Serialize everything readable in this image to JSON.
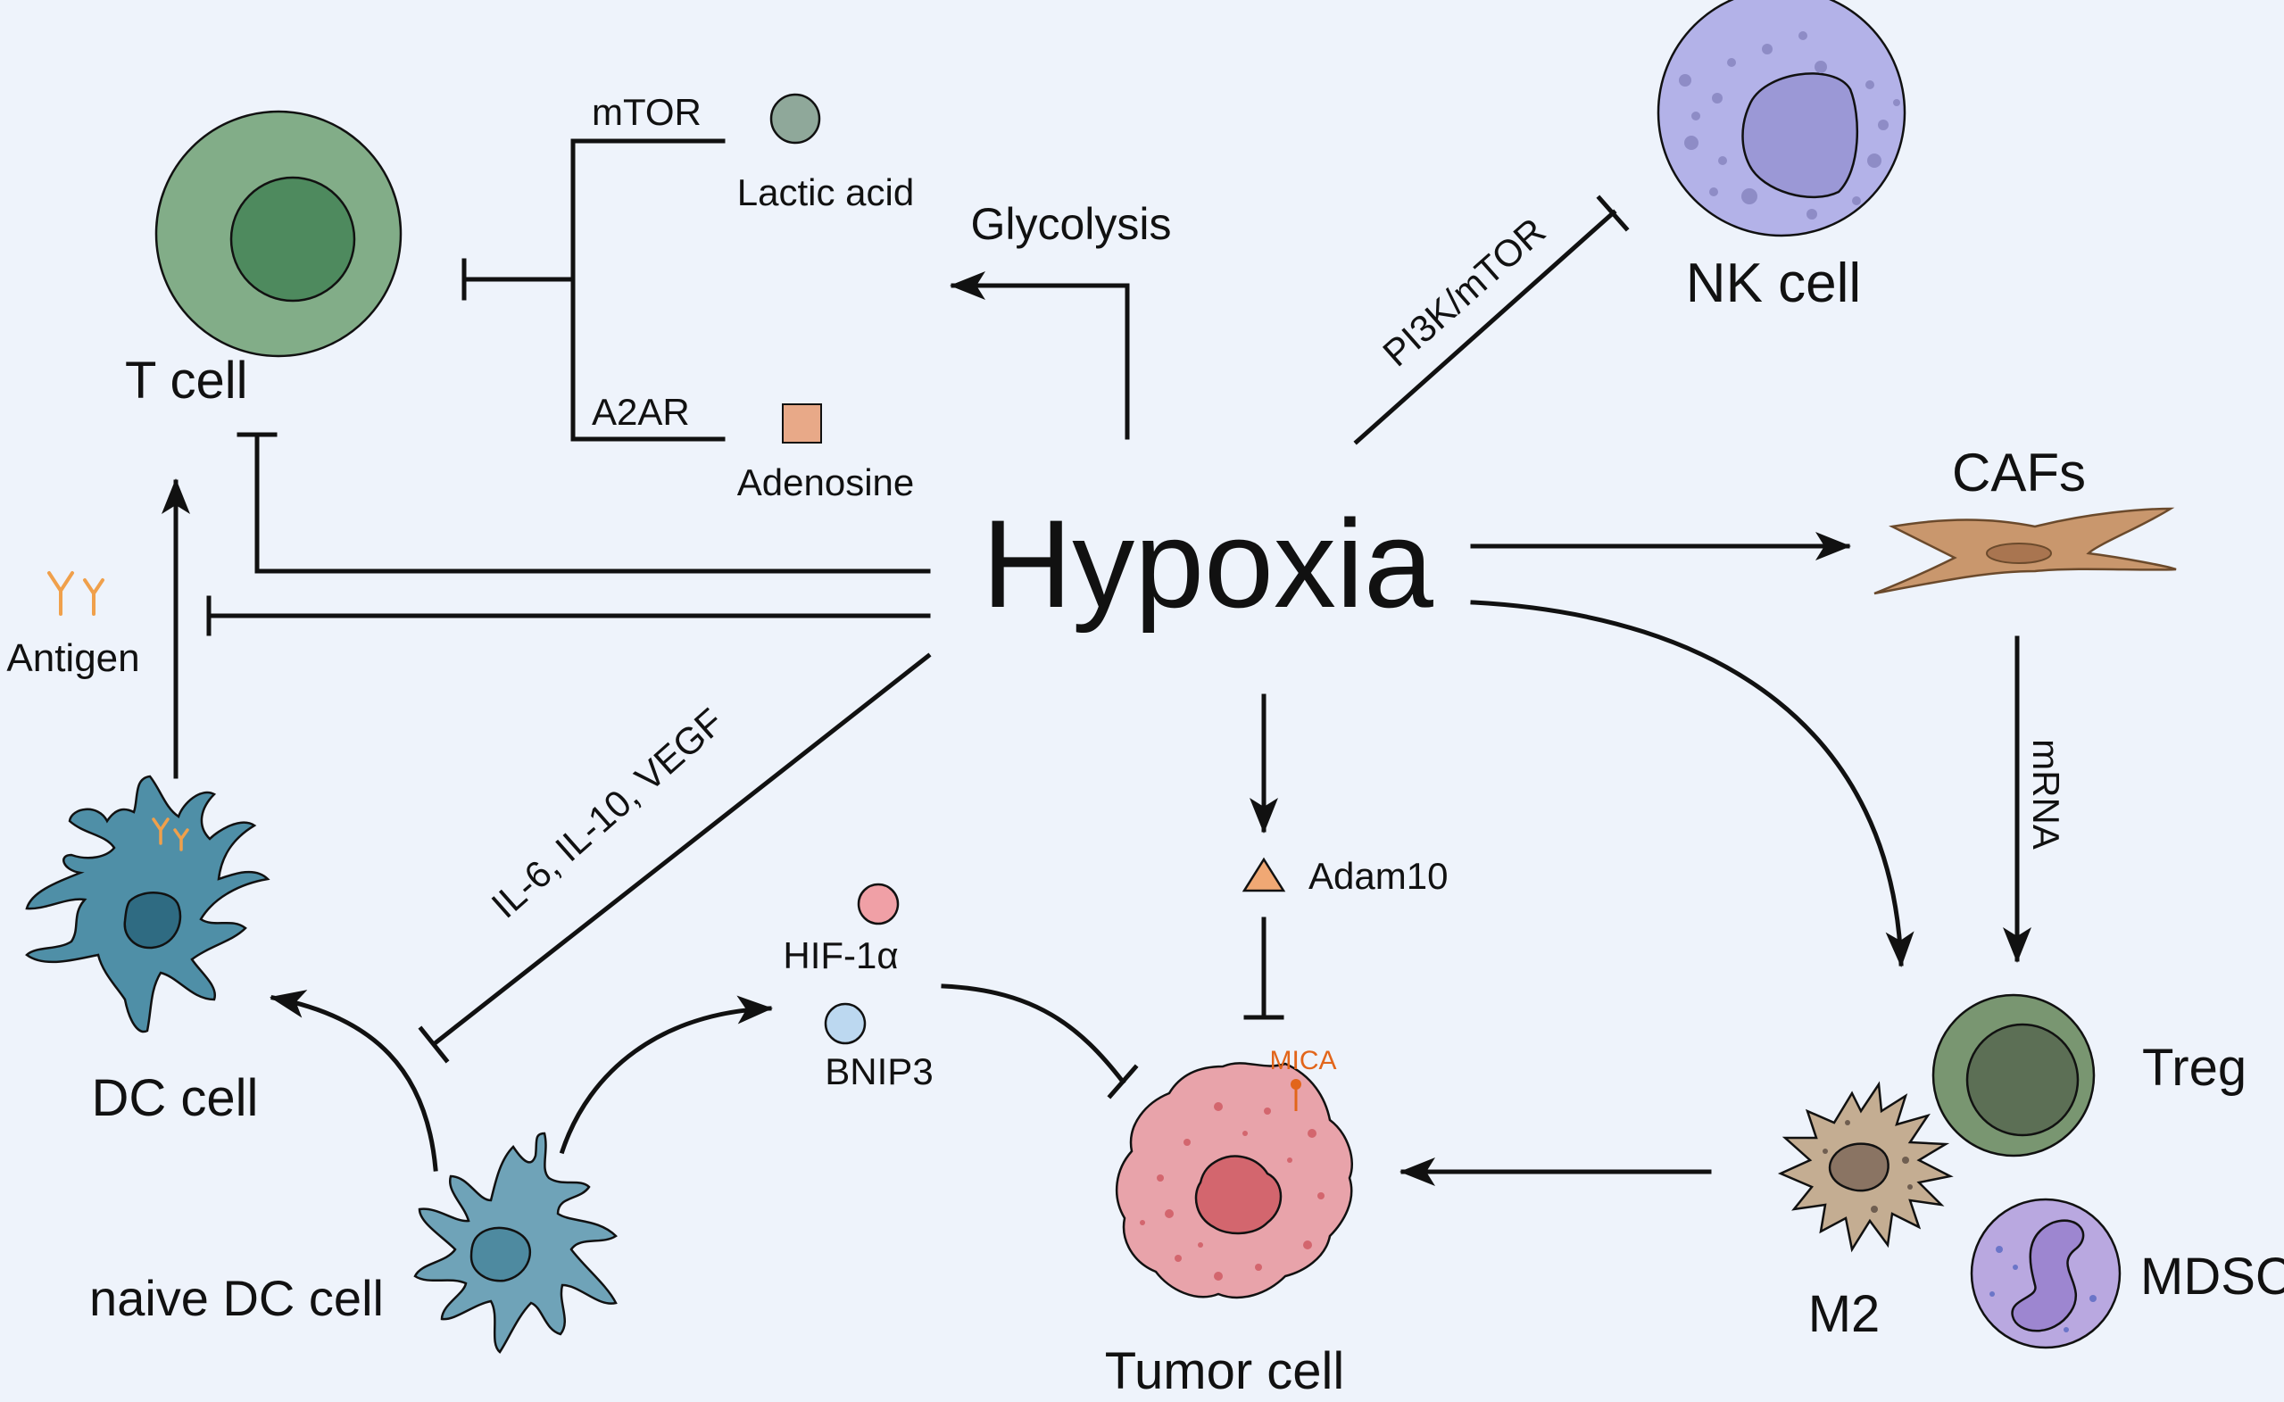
{
  "center": {
    "label": "Hypoxia"
  },
  "cells": {
    "t_cell": "T cell",
    "nk_cell": "NK cell",
    "cafs": "CAFs",
    "treg": "Treg",
    "mdsc": "MDSC",
    "m2": "M2",
    "tumor_cell": "Tumor cell",
    "dc_cell": "DC cell",
    "naive_dc_cell": "naive DC cell"
  },
  "molecules": {
    "mtor": "mTOR",
    "a2ar": "A2AR",
    "lactic_acid": "Lactic acid",
    "adenosine": "Adenosine",
    "adam10": "Adam10",
    "mica": "MICA",
    "hif1a": "HIF-1α",
    "bnip3": "BNIP3",
    "antigen": "Antigen"
  },
  "pathways": {
    "glycolysis": "Glycolysis",
    "pi3k_mtor": "PI3K/mTOR",
    "mrna": "mRNA",
    "cytokines": "IL-6, IL-10, VEGF"
  },
  "colors": {
    "background": "#eef3fb",
    "t_cell_outer": "#82ad88",
    "t_cell_inner": "#4e8a5e",
    "nk_cell": "#b3b2e8",
    "nk_nucleus": "#9b98d6",
    "caf": "#c9976d",
    "treg_outer": "#799671",
    "treg_inner": "#5c6f55",
    "mdsc": "#b9a8e0",
    "m2": "#c4ad92",
    "tumor": "#e8a3aa",
    "tumor_nucleus": "#d3666e",
    "dc": "#4f8fa7",
    "naive_dc": "#6fa3b8",
    "antigen": "#f0a04b",
    "hif1a": "#f0a0a6",
    "bnip3": "#bcd8f0",
    "adenosine": "#e8a988",
    "lactic_acid": "#8fa89a",
    "adam10": "#f0a874",
    "mica": "#e2651a"
  }
}
